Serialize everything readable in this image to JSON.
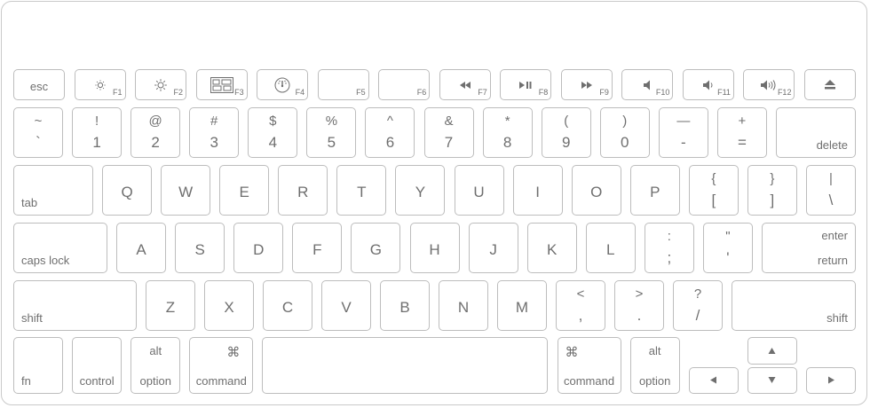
{
  "rows": [
    [
      {
        "id": "esc",
        "w": 58,
        "labels": {
          "center": "esc"
        }
      },
      {
        "id": "f1",
        "w": 58,
        "icon": "brightness-down-icon",
        "labels": {
          "fn": "F1"
        }
      },
      {
        "id": "f2",
        "w": 58,
        "icon": "brightness-up-icon",
        "labels": {
          "fn": "F2"
        }
      },
      {
        "id": "f3",
        "w": 58,
        "icon": "mission-control-icon",
        "labels": {
          "fn": "F3"
        }
      },
      {
        "id": "f4",
        "w": 58,
        "icon": "dashboard-icon",
        "labels": {
          "fn": "F4"
        }
      },
      {
        "id": "f5",
        "w": 58,
        "labels": {
          "fn": "F5"
        }
      },
      {
        "id": "f6",
        "w": 58,
        "labels": {
          "fn": "F6"
        }
      },
      {
        "id": "f7",
        "w": 58,
        "icon": "rewind-icon",
        "labels": {
          "fn": "F7"
        }
      },
      {
        "id": "f8",
        "w": 58,
        "icon": "play-pause-icon",
        "labels": {
          "fn": "F8"
        }
      },
      {
        "id": "f9",
        "w": 58,
        "icon": "fast-forward-icon",
        "labels": {
          "fn": "F9"
        }
      },
      {
        "id": "f10",
        "w": 58,
        "icon": "mute-icon",
        "labels": {
          "fn": "F10"
        }
      },
      {
        "id": "f11",
        "w": 58,
        "icon": "volume-down-icon",
        "labels": {
          "fn": "F11"
        }
      },
      {
        "id": "f12",
        "w": 58,
        "icon": "volume-up-icon",
        "labels": {
          "fn": "F12"
        }
      },
      {
        "id": "eject",
        "w": 58,
        "icon": "eject-icon",
        "labels": {}
      }
    ],
    [
      {
        "id": "backtick",
        "w": 56,
        "labels": {
          "top": "~",
          "bottom": "`"
        }
      },
      {
        "id": "1",
        "w": 56,
        "labels": {
          "top": "!",
          "bottom": "1"
        }
      },
      {
        "id": "2",
        "w": 56,
        "labels": {
          "top": "@",
          "bottom": "2"
        }
      },
      {
        "id": "3",
        "w": 56,
        "labels": {
          "top": "#",
          "bottom": "3"
        }
      },
      {
        "id": "4",
        "w": 56,
        "labels": {
          "top": "$",
          "bottom": "4"
        }
      },
      {
        "id": "5",
        "w": 56,
        "labels": {
          "top": "%",
          "bottom": "5"
        }
      },
      {
        "id": "6",
        "w": 56,
        "labels": {
          "top": "^",
          "bottom": "6"
        }
      },
      {
        "id": "7",
        "w": 56,
        "labels": {
          "top": "&",
          "bottom": "7"
        }
      },
      {
        "id": "8",
        "w": 56,
        "labels": {
          "top": "*",
          "bottom": "8"
        }
      },
      {
        "id": "9",
        "w": 56,
        "labels": {
          "top": "(",
          "bottom": "9"
        }
      },
      {
        "id": "0",
        "w": 56,
        "labels": {
          "top": ")",
          "bottom": "0"
        }
      },
      {
        "id": "minus",
        "w": 56,
        "labels": {
          "top": "—",
          "bottom": "-"
        }
      },
      {
        "id": "equals",
        "w": 56,
        "labels": {
          "top": "+",
          "bottom": "="
        }
      },
      {
        "id": "delete",
        "w": 90,
        "labels": {
          "br": "delete"
        }
      }
    ],
    [
      {
        "id": "tab",
        "w": 90,
        "labels": {
          "bl": "tab"
        }
      },
      {
        "id": "q",
        "w": 56,
        "labels": {
          "center": "Q"
        }
      },
      {
        "id": "w",
        "w": 56,
        "labels": {
          "center": "W"
        }
      },
      {
        "id": "e",
        "w": 56,
        "labels": {
          "center": "E"
        }
      },
      {
        "id": "r",
        "w": 56,
        "labels": {
          "center": "R"
        }
      },
      {
        "id": "t",
        "w": 56,
        "labels": {
          "center": "T"
        }
      },
      {
        "id": "y",
        "w": 56,
        "labels": {
          "center": "Y"
        }
      },
      {
        "id": "u",
        "w": 56,
        "labels": {
          "center": "U"
        }
      },
      {
        "id": "i",
        "w": 56,
        "labels": {
          "center": "I"
        }
      },
      {
        "id": "o",
        "w": 56,
        "labels": {
          "center": "O"
        }
      },
      {
        "id": "p",
        "w": 56,
        "labels": {
          "center": "P"
        }
      },
      {
        "id": "lbracket",
        "w": 56,
        "labels": {
          "top": "{",
          "bottom": "["
        }
      },
      {
        "id": "rbracket",
        "w": 56,
        "labels": {
          "top": "}",
          "bottom": "]"
        }
      },
      {
        "id": "backslash",
        "w": 56,
        "labels": {
          "top": "|",
          "bottom": "\\"
        }
      }
    ],
    [
      {
        "id": "capslock",
        "w": 106,
        "labels": {
          "bl": "caps lock"
        }
      },
      {
        "id": "a",
        "w": 56,
        "labels": {
          "center": "A"
        }
      },
      {
        "id": "s",
        "w": 56,
        "labels": {
          "center": "S"
        }
      },
      {
        "id": "d",
        "w": 56,
        "labels": {
          "center": "D"
        }
      },
      {
        "id": "f",
        "w": 56,
        "labels": {
          "center": "F"
        }
      },
      {
        "id": "g",
        "w": 56,
        "labels": {
          "center": "G"
        }
      },
      {
        "id": "h",
        "w": 56,
        "labels": {
          "center": "H"
        }
      },
      {
        "id": "j",
        "w": 56,
        "labels": {
          "center": "J"
        }
      },
      {
        "id": "k",
        "w": 56,
        "labels": {
          "center": "K"
        }
      },
      {
        "id": "l",
        "w": 56,
        "labels": {
          "center": "L"
        }
      },
      {
        "id": "semicolon",
        "w": 56,
        "labels": {
          "top": ":",
          "bottom": ";"
        }
      },
      {
        "id": "quote",
        "w": 56,
        "labels": {
          "top": "\"",
          "bottom": "'"
        }
      },
      {
        "id": "return",
        "w": 106,
        "labels": {
          "tr": "enter",
          "br": "return"
        }
      }
    ],
    [
      {
        "id": "lshift",
        "w": 139,
        "labels": {
          "bl": "shift"
        }
      },
      {
        "id": "z",
        "w": 56,
        "labels": {
          "center": "Z"
        }
      },
      {
        "id": "x",
        "w": 56,
        "labels": {
          "center": "X"
        }
      },
      {
        "id": "c",
        "w": 56,
        "labels": {
          "center": "C"
        }
      },
      {
        "id": "v",
        "w": 56,
        "labels": {
          "center": "V"
        }
      },
      {
        "id": "b",
        "w": 56,
        "labels": {
          "center": "B"
        }
      },
      {
        "id": "n",
        "w": 56,
        "labels": {
          "center": "N"
        }
      },
      {
        "id": "m",
        "w": 56,
        "labels": {
          "center": "M"
        }
      },
      {
        "id": "comma",
        "w": 56,
        "labels": {
          "top": "<",
          "bottom": ","
        }
      },
      {
        "id": "period",
        "w": 56,
        "labels": {
          "top": ">",
          "bottom": "."
        }
      },
      {
        "id": "slash",
        "w": 56,
        "labels": {
          "top": "?",
          "bottom": "/"
        }
      },
      {
        "id": "rshift",
        "w": 140,
        "labels": {
          "br": "shift"
        }
      }
    ],
    [
      {
        "id": "fn",
        "w": 56,
        "labels": {
          "bl": "fn"
        }
      },
      {
        "id": "control",
        "w": 56,
        "labels": {
          "bc": "control"
        }
      },
      {
        "id": "loption",
        "w": 56,
        "labels": {
          "tc": "alt",
          "bc": "option"
        }
      },
      {
        "id": "lcommand",
        "w": 72,
        "icon": "command-icon",
        "iconPos": "tr",
        "labels": {
          "bc": "command"
        }
      },
      {
        "id": "space",
        "w": 322,
        "labels": {}
      },
      {
        "id": "rcommand",
        "w": 72,
        "icon": "command-icon",
        "iconPos": "tl",
        "labels": {
          "bc": "command"
        }
      },
      {
        "id": "roption",
        "w": 56,
        "labels": {
          "tc": "alt",
          "bc": "option"
        }
      },
      {
        "id": "left",
        "w": 56,
        "icon": "arrow-left-icon",
        "labels": {}
      },
      {
        "id": "updown",
        "w": 56,
        "split": true,
        "icon": "arrow-up-icon",
        "icon2": "arrow-down-icon",
        "labels": {}
      },
      {
        "id": "right",
        "w": 56,
        "icon": "arrow-right-icon",
        "labels": {}
      }
    ]
  ]
}
